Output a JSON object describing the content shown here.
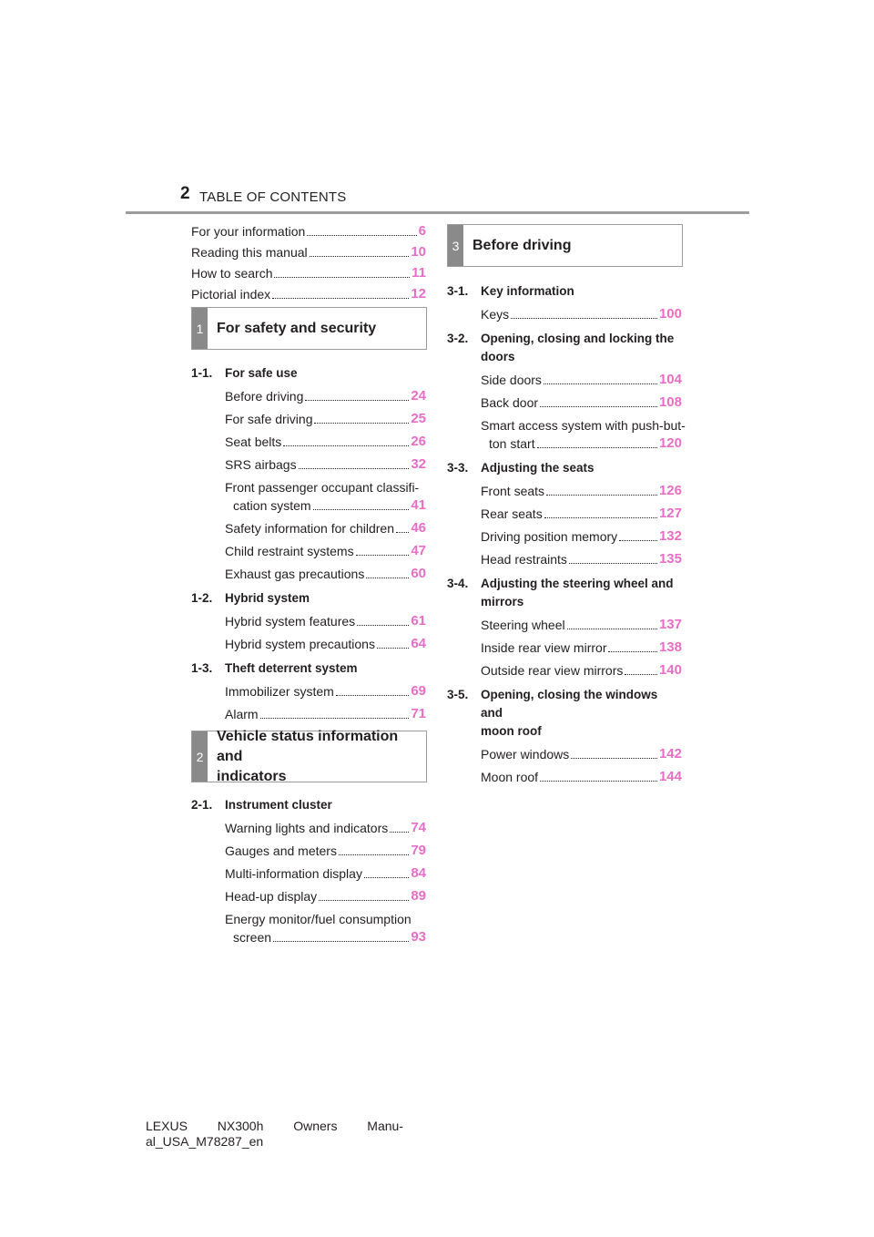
{
  "header": {
    "page_number": "2",
    "title": "TABLE OF CONTENTS"
  },
  "intro": [
    {
      "label": "For your information",
      "page": "6"
    },
    {
      "label": "Reading this manual",
      "page": "10"
    },
    {
      "label": "How to search",
      "page": "11"
    },
    {
      "label": "Pictorial index",
      "page": "12"
    }
  ],
  "chapters": [
    {
      "number": "1",
      "title": "For safety and security",
      "sections": [
        {
          "number": "1-1.",
          "title": "For safe use",
          "items": [
            {
              "label": "Before driving",
              "page": "24"
            },
            {
              "label": "For safe driving",
              "page": "25"
            },
            {
              "label": "Seat belts",
              "page": "26"
            },
            {
              "label": "SRS airbags",
              "page": "32"
            },
            {
              "label1": "Front passenger occupant classifi-",
              "label2": "cation system",
              "page": "41"
            },
            {
              "label": "Safety information for children",
              "page": "46"
            },
            {
              "label": "Child restraint systems",
              "page": "47"
            },
            {
              "label": "Exhaust gas precautions",
              "page": "60"
            }
          ]
        },
        {
          "number": "1-2.",
          "title": "Hybrid system",
          "items": [
            {
              "label": "Hybrid system features",
              "page": "61"
            },
            {
              "label": "Hybrid system precautions",
              "page": "64"
            }
          ]
        },
        {
          "number": "1-3.",
          "title": "Theft deterrent system",
          "items": [
            {
              "label": "Immobilizer system",
              "page": "69"
            },
            {
              "label": "Alarm",
              "page": "71"
            }
          ]
        }
      ]
    },
    {
      "number": "2",
      "title_line1": "Vehicle status information and",
      "title_line2": "indicators",
      "sections": [
        {
          "number": "2-1.",
          "title": "Instrument cluster",
          "items": [
            {
              "label": "Warning lights and indicators",
              "page": "74"
            },
            {
              "label": "Gauges and meters",
              "page": "79"
            },
            {
              "label": "Multi-information display",
              "page": "84"
            },
            {
              "label": "Head-up display",
              "page": "89"
            },
            {
              "label1": "Energy monitor/fuel consumption",
              "label2": "screen",
              "page": "93"
            }
          ]
        }
      ]
    },
    {
      "number": "3",
      "title": "Before driving",
      "sections": [
        {
          "number": "3-1.",
          "title": "Key information",
          "items": [
            {
              "label": "Keys",
              "page": "100"
            }
          ]
        },
        {
          "number": "3-2.",
          "title_line1": "Opening, closing and locking the",
          "title_line2": "doors",
          "items": [
            {
              "label": "Side doors",
              "page": "104"
            },
            {
              "label": "Back door",
              "page": "108"
            },
            {
              "label1": "Smart access system with push-but-",
              "label2": "ton start",
              "page": "120"
            }
          ]
        },
        {
          "number": "3-3.",
          "title": "Adjusting the seats",
          "items": [
            {
              "label": "Front seats",
              "page": "126"
            },
            {
              "label": "Rear seats",
              "page": "127"
            },
            {
              "label": "Driving position memory",
              "page": "132"
            },
            {
              "label": "Head restraints",
              "page": "135"
            }
          ]
        },
        {
          "number": "3-4.",
          "title_line1": "Adjusting the steering wheel and",
          "title_line2": "mirrors",
          "items": [
            {
              "label": "Steering wheel",
              "page": "137"
            },
            {
              "label": "Inside rear view mirror",
              "page": "138"
            },
            {
              "label": "Outside rear view mirrors",
              "page": "140"
            }
          ]
        },
        {
          "number": "3-5.",
          "title_line1": "Opening, closing the windows and",
          "title_line2": "moon roof",
          "items": [
            {
              "label": "Power windows",
              "page": "142"
            },
            {
              "label": "Moon roof",
              "page": "144"
            }
          ]
        }
      ]
    }
  ],
  "footer": {
    "line1_a": "LEXUS",
    "line1_b": "NX300h",
    "line1_c": "Owners",
    "line1_d": "Manu-",
    "line2": "al_USA_M78287_en"
  }
}
